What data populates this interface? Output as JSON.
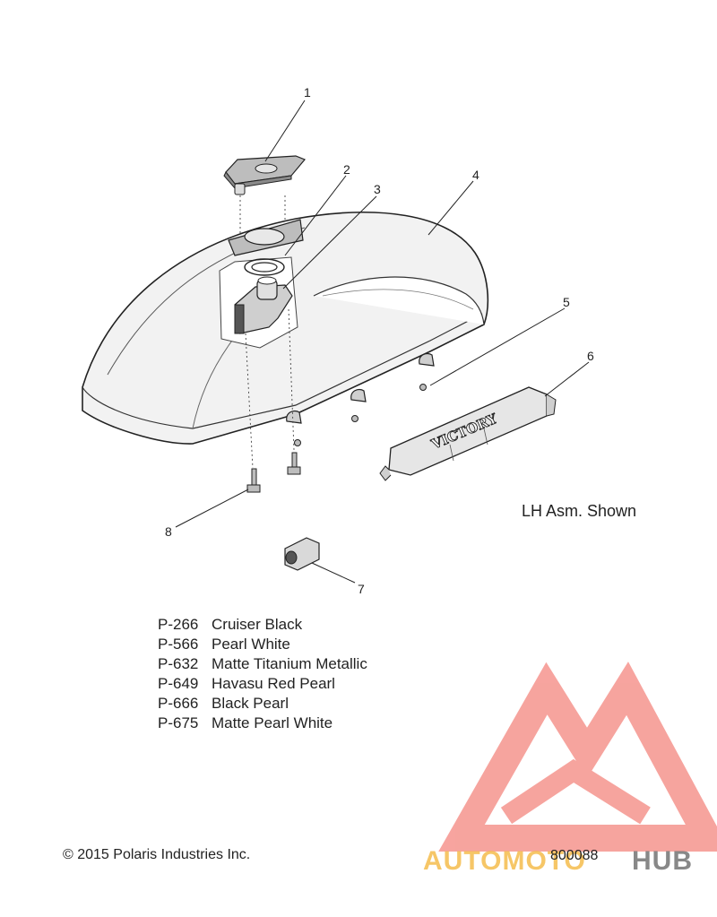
{
  "callouts": [
    "1",
    "2",
    "3",
    "4",
    "5",
    "6",
    "7",
    "8"
  ],
  "emblem_text": "VICTORY",
  "note": "LH Asm. Shown",
  "legend": [
    {
      "code": "P-266",
      "name": "Cruiser Black"
    },
    {
      "code": "P-566",
      "name": "Pearl White"
    },
    {
      "code": "P-632",
      "name": "Matte Titanium Metallic"
    },
    {
      "code": "P-649",
      "name": "Havasu Red Pearl"
    },
    {
      "code": "P-666",
      "name": "Black Pearl"
    },
    {
      "code": "P-675",
      "name": "Matte Pearl White"
    }
  ],
  "copyright": "© 2015 Polaris Industries Inc.",
  "figure_number": "800088",
  "watermark": {
    "part1": "AUTOMOTO",
    "part2": "HUB",
    "color_primary": "#f05a50",
    "color_secondary": "#f5b942",
    "color_dark": "#6b6b6b"
  }
}
